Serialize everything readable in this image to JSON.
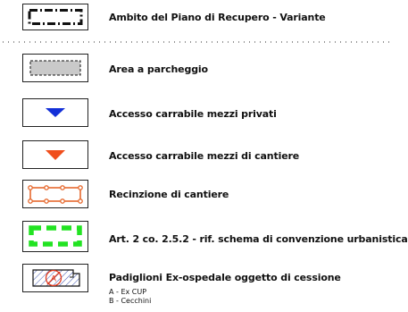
{
  "legend": {
    "items": [
      {
        "symbol": "dash-dot-boundary-icon",
        "label": "Ambito del Piano di Recupero - Variante"
      },
      {
        "symbol": "gray-dashed-area-icon",
        "label": "Area a parcheggio"
      },
      {
        "symbol": "blue-triangle-icon",
        "label": "Accesso carrabile mezzi privati"
      },
      {
        "symbol": "orange-triangle-icon",
        "label": "Accesso carrabile mezzi di cantiere"
      },
      {
        "symbol": "orange-fence-icon",
        "label": "Recinzione di cantiere"
      },
      {
        "symbol": "green-dashed-boundary-icon",
        "label": "Art. 2 co. 2.5.2 - rif. schema di convenzione urbanistica"
      },
      {
        "symbol": "hatched-building-a-icon",
        "label": "Padiglioni Ex-ospedale oggetto di cessione",
        "sublabels": [
          "A - Ex CUP",
          "B - Cecchini"
        ],
        "marker": "A"
      }
    ]
  },
  "colors": {
    "blue": "#1330d8",
    "orange": "#f04e1c",
    "fence": "#e6692e",
    "green": "#22e322",
    "gray": "#c9c9c9",
    "hatch": "#4b61b8",
    "text": "#111111"
  }
}
